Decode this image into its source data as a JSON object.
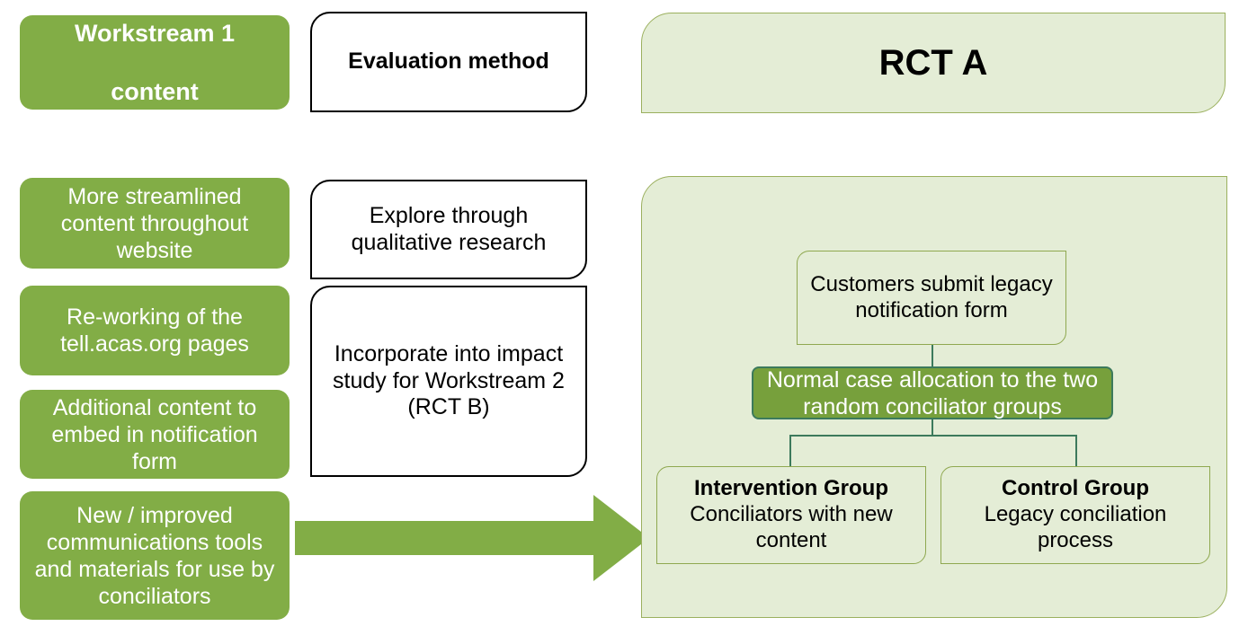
{
  "diagram": {
    "title": "Workstream 1 content / Evaluation method / RCT A",
    "colors": {
      "green": "#82AD46",
      "panel_green": "#E4EDD6",
      "dark_green": "#77A03C",
      "connector": "#3C7A5C",
      "panel_border": "#9BB05E",
      "inner_border": "#8FA850",
      "white": "#FFFFFF",
      "black": "#000000"
    }
  },
  "columns": {
    "workstream": {
      "header": "Workstream 1\ncontent",
      "header_line1": "Workstream 1",
      "header_line2": "content",
      "items": [
        "More streamlined content throughout website",
        "Re-working of the tell.acas.org pages",
        "Additional content to embed in notification form",
        "New / improved communications tools and materials for use by conciliators"
      ]
    },
    "evaluation": {
      "header": "Evaluation method",
      "items": [
        "Explore through qualitative research",
        "Incorporate into impact study for Workstream 2 (RCT B)"
      ]
    },
    "rct": {
      "header": "RCT A",
      "flow": {
        "step1": "Customers submit legacy notification form",
        "step2": "Normal case allocation to the two random conciliator groups",
        "branches": [
          {
            "heading": "Intervention Group",
            "body": "Conciliators with new content"
          },
          {
            "heading": "Control Group",
            "body": "Legacy conciliation process"
          }
        ]
      }
    }
  },
  "arrow": {
    "name": "flow-arrow-to-rct",
    "direction": "right"
  }
}
